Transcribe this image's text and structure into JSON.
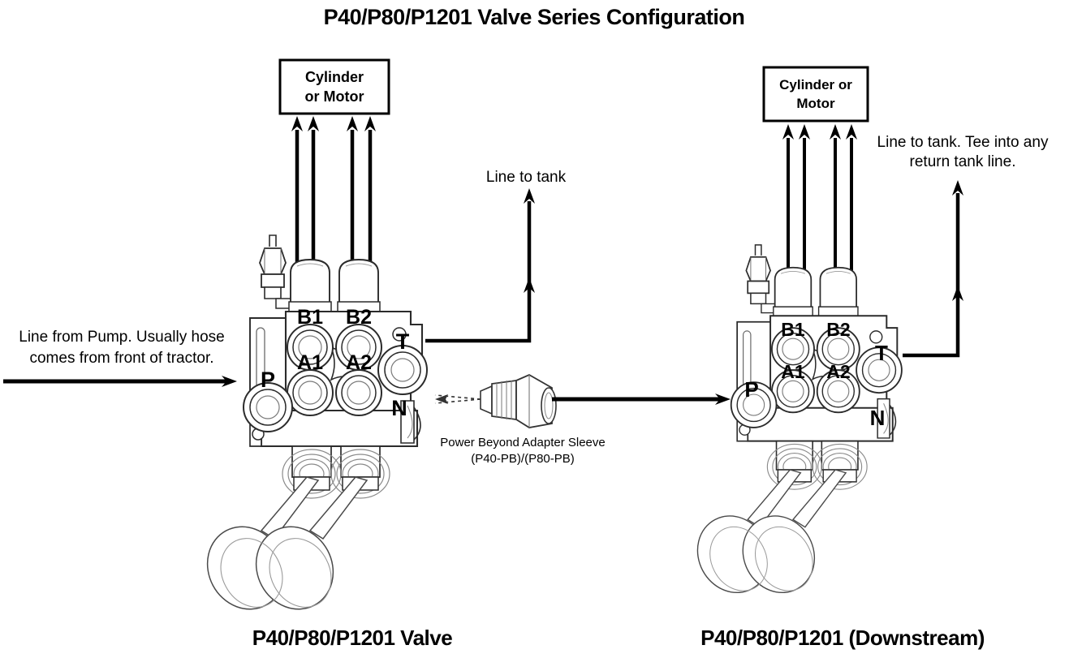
{
  "title": "P40/P80/P1201 Valve Series Configuration",
  "boxes": {
    "left_load": {
      "line1": "Cylinder",
      "line2": "or Motor"
    },
    "right_load": {
      "line1": "Cylinder or",
      "line2": "Motor"
    }
  },
  "annotations": {
    "pump_inlet_line1": "Line from Pump. Usually hose",
    "pump_inlet_line2": "comes from front of tractor.",
    "left_tank": "Line to tank",
    "right_tank_line1": "Line to tank. Tee into any",
    "right_tank_line2": "return tank line.",
    "adapter_line1": "Power Beyond Adapter Sleeve",
    "adapter_line2": "(P40-PB)/(P80-PB)"
  },
  "captions": {
    "left_valve": "P40/P80/P1201 Valve",
    "right_valve": "P40/P80/P1201 (Downstream)"
  },
  "ports": {
    "left": {
      "b1": "B1",
      "b2": "B2",
      "a1": "A1",
      "a2": "A2",
      "p": "P",
      "t": "T",
      "n": "N"
    },
    "right": {
      "b1": "B1",
      "b2": "B2",
      "a1": "A1",
      "a2": "A2",
      "p": "P",
      "t": "T",
      "n": "N"
    }
  },
  "colors": {
    "ink": "#000000",
    "paper": "#ffffff",
    "line_gray": "#4a4a4a",
    "light_gray": "#8c8c8c"
  }
}
